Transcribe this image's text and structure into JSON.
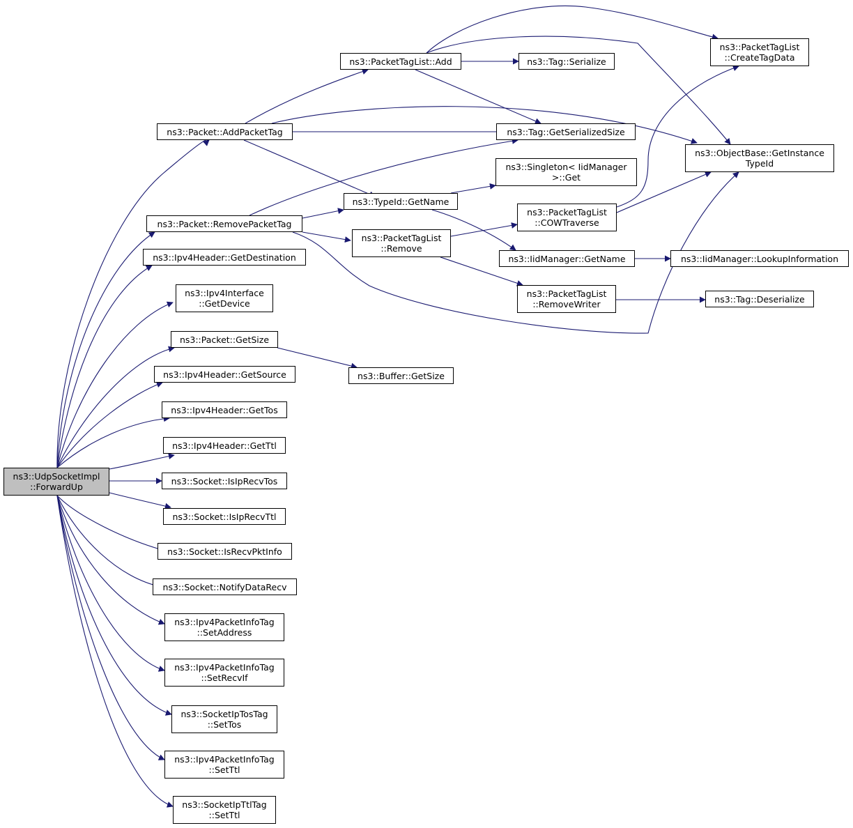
{
  "nodes": {
    "root": [
      "ns3::UdpSocketImpl",
      "::ForwardUp"
    ],
    "add_packet_tag": [
      "ns3::Packet::AddPacketTag"
    ],
    "remove_packet_tag": [
      "ns3::Packet::RemovePacketTag"
    ],
    "get_destination": [
      "ns3::Ipv4Header::GetDestination"
    ],
    "get_device": [
      "ns3::Ipv4Interface",
      "::GetDevice"
    ],
    "packet_get_size": [
      "ns3::Packet::GetSize"
    ],
    "get_source": [
      "ns3::Ipv4Header::GetSource"
    ],
    "get_tos": [
      "ns3::Ipv4Header::GetTos"
    ],
    "get_ttl": [
      "ns3::Ipv4Header::GetTtl"
    ],
    "is_ip_recv_tos": [
      "ns3::Socket::IsIpRecvTos"
    ],
    "is_ip_recv_ttl": [
      "ns3::Socket::IsIpRecvTtl"
    ],
    "is_recv_pkt_info": [
      "ns3::Socket::IsRecvPktInfo"
    ],
    "notify_data_recv": [
      "ns3::Socket::NotifyDataRecv"
    ],
    "set_address": [
      "ns3::Ipv4PacketInfoTag",
      "::SetAddress"
    ],
    "set_recv_if": [
      "ns3::Ipv4PacketInfoTag",
      "::SetRecvIf"
    ],
    "set_tos": [
      "ns3::SocketIpTosTag",
      "::SetTos"
    ],
    "set_ttl_info": [
      "ns3::Ipv4PacketInfoTag",
      "::SetTtl"
    ],
    "set_ttl_tag": [
      "ns3::SocketIpTtlTag",
      "::SetTtl"
    ],
    "tag_list_add": [
      "ns3::PacketTagList::Add"
    ],
    "typeid_get_name": [
      "ns3::TypeId::GetName"
    ],
    "tag_list_remove": [
      "ns3::PacketTagList",
      "::Remove"
    ],
    "buffer_get_size": [
      "ns3::Buffer::GetSize"
    ],
    "tag_serialize": [
      "ns3::Tag::Serialize"
    ],
    "tag_get_serialized_size": [
      "ns3::Tag::GetSerializedSize"
    ],
    "singleton_get": [
      "ns3::Singleton< IidManager",
      " >::Get"
    ],
    "cow_traverse": [
      "ns3::PacketTagList",
      "::COWTraverse"
    ],
    "iid_get_name": [
      "ns3::IidManager::GetName"
    ],
    "remove_writer": [
      "ns3::PacketTagList",
      "::RemoveWriter"
    ],
    "create_tag_data": [
      "ns3::PacketTagList",
      "::CreateTagData"
    ],
    "get_instance_typeid": [
      "ns3::ObjectBase::GetInstance",
      "TypeId"
    ],
    "lookup_information": [
      "ns3::IidManager::LookupInformation"
    ],
    "tag_deserialize": [
      "ns3::Tag::Deserialize"
    ]
  },
  "colors": {
    "edge": "#191970",
    "root_fill": "#bfbfbf",
    "node_fill": "#ffffff",
    "border": "#000000"
  }
}
